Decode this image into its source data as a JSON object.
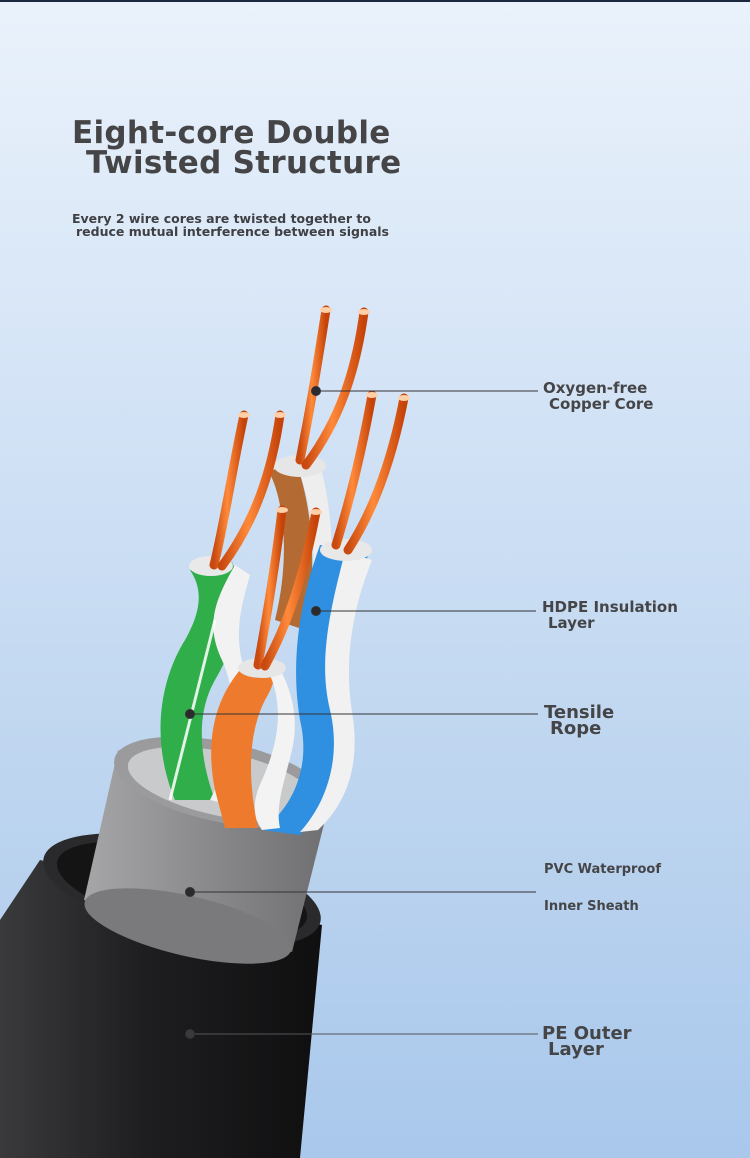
{
  "header": {
    "title_line1": "Eight-core Double",
    "title_line2": "Twisted Structure",
    "subtitle_line1": "Every 2 wire cores are twisted together to",
    "subtitle_line2": "reduce mutual interference between signals"
  },
  "callouts": {
    "copper_core": {
      "line1": "Oxygen-free",
      "line2": "Copper Core"
    },
    "hdpe_insulation": {
      "line1": "HDPE Insulation",
      "line2": "Layer"
    },
    "tensile_rope": {
      "line1": "Tensile",
      "line2": "Rope"
    },
    "pvc_sheath": {
      "line1": "PVC Waterproof",
      "line2": "Inner Sheath"
    },
    "pe_outer": {
      "line1": "PE Outer",
      "line2": "Layer"
    }
  },
  "colors": {
    "copper": "#e8611c",
    "green_pair": "#2fae4a",
    "orange_pair": "#ee7b2d",
    "brown_pair": "#b46b33",
    "blue_pair": "#2f8fe0",
    "inner_sheath": "#8c8c8e",
    "outer_jacket": "#232325"
  }
}
